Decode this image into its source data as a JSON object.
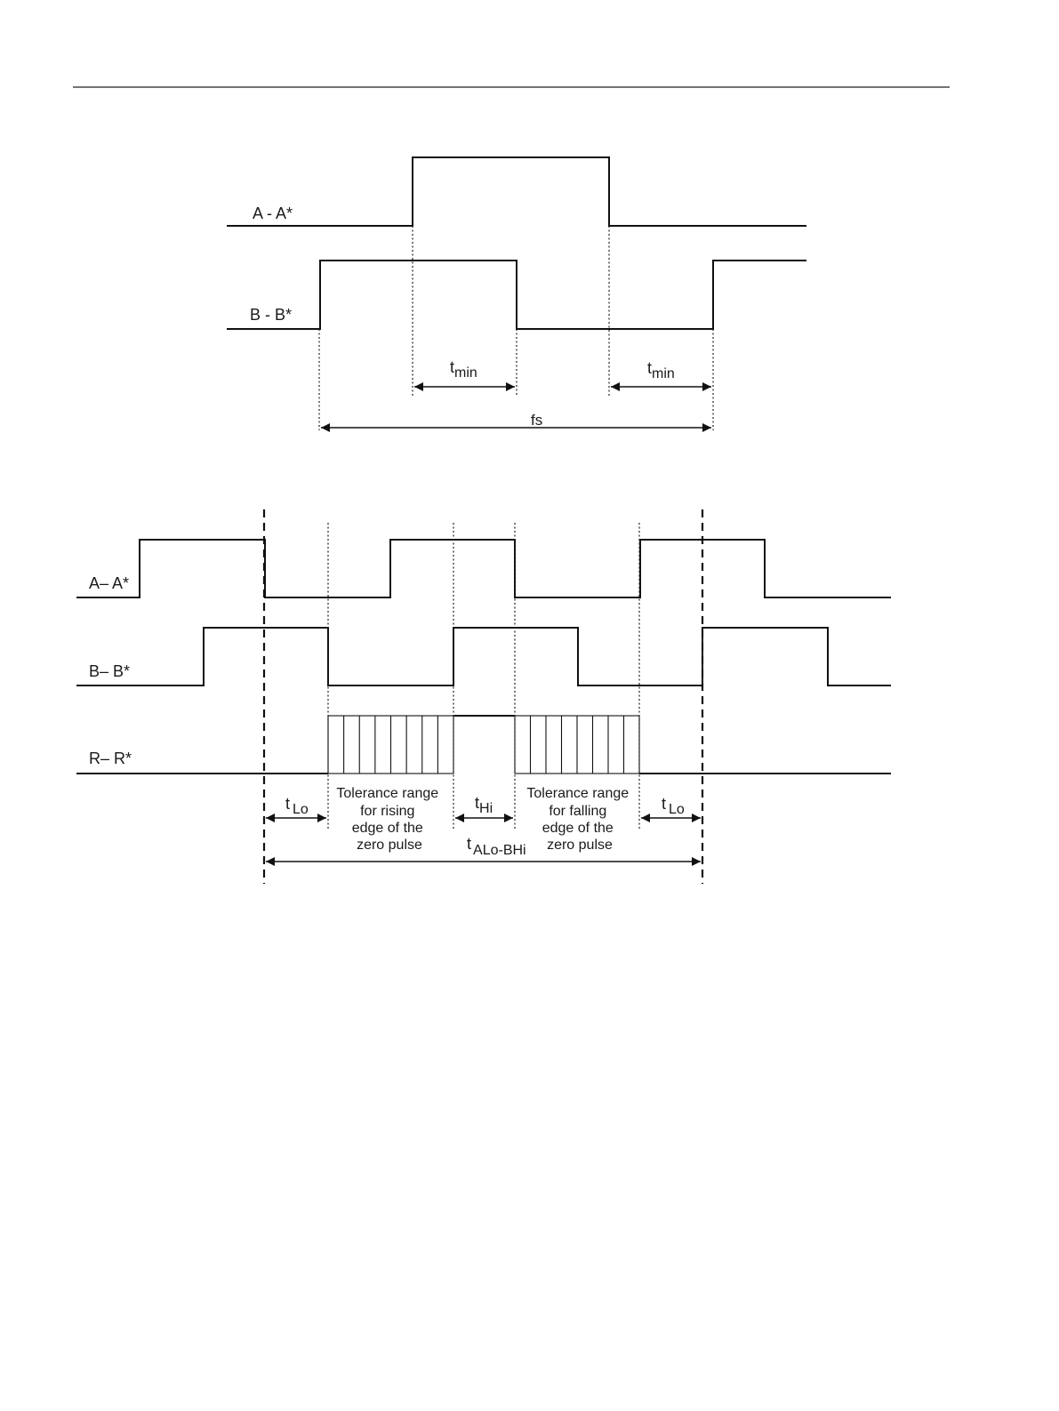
{
  "diagram1": {
    "signal_a": "A - A*",
    "signal_b": "B - B*",
    "tmin_1": {
      "base": "t",
      "sub": "min"
    },
    "tmin_2": {
      "base": "t",
      "sub": "min"
    },
    "fs": "fs"
  },
  "diagram2": {
    "signal_a": "A– A*",
    "signal_b": "B– B*",
    "signal_r": "R– R*",
    "tlo_left": {
      "base": "t",
      "sub": "Lo"
    },
    "tlo_right": {
      "base": "t",
      "sub": "Lo"
    },
    "thi": {
      "base": "t",
      "sub": "Hi"
    },
    "talo_bhi": {
      "base": "t",
      "sub": "ALo-BHi"
    },
    "tol_rising": [
      "Tolerance range",
      "for rising",
      "edge of the",
      "zero pulse"
    ],
    "tol_falling": [
      "Tolerance range",
      "for falling",
      "edge of the",
      "zero pulse"
    ]
  },
  "colors": {
    "line": "#111111",
    "text": "#1a1a1a",
    "background": "#ffffff"
  }
}
